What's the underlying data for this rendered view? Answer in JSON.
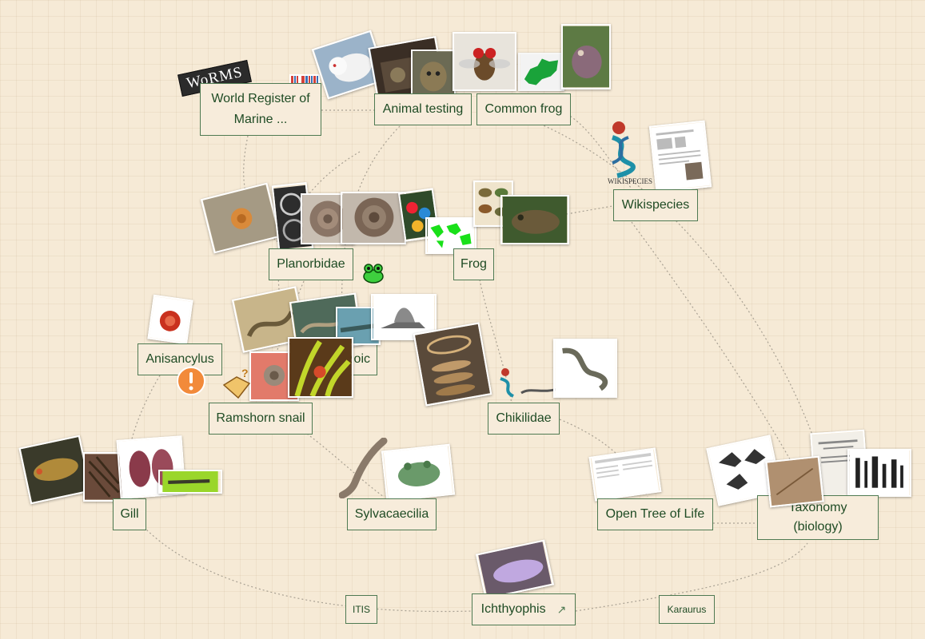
{
  "nodes": {
    "worms": "World Register of Marine ...",
    "animal_testing": "Animal testing",
    "common_frog": "Common frog",
    "wikispecies": "Wikispecies",
    "planorbidae": "Planorbidae",
    "frog": "Frog",
    "anisancylus": "Anisancylus",
    "paleozoic": "Paleozoic",
    "ramshorn_snail": "Ramshorn snail",
    "chikilidae": "Chikilidae",
    "gill": "Gill",
    "sylvacaecilia": "Sylvacaecilia",
    "open_tree_of_life": "Open Tree of Life",
    "taxonomy": "Taxonomy (biology)",
    "itis": "ITIS",
    "ichthyophis": "Ichthyophis",
    "karaurus": "Karaurus"
  },
  "logos": {
    "worms": "WoRMS",
    "wikispecies": "WIKISPECIES"
  },
  "external_link_glyph": "↗",
  "colors": {
    "background": "#f6ead6",
    "node_border": "#4f7a52",
    "node_text": "#1f4b24",
    "link_line": "#a9a193"
  }
}
